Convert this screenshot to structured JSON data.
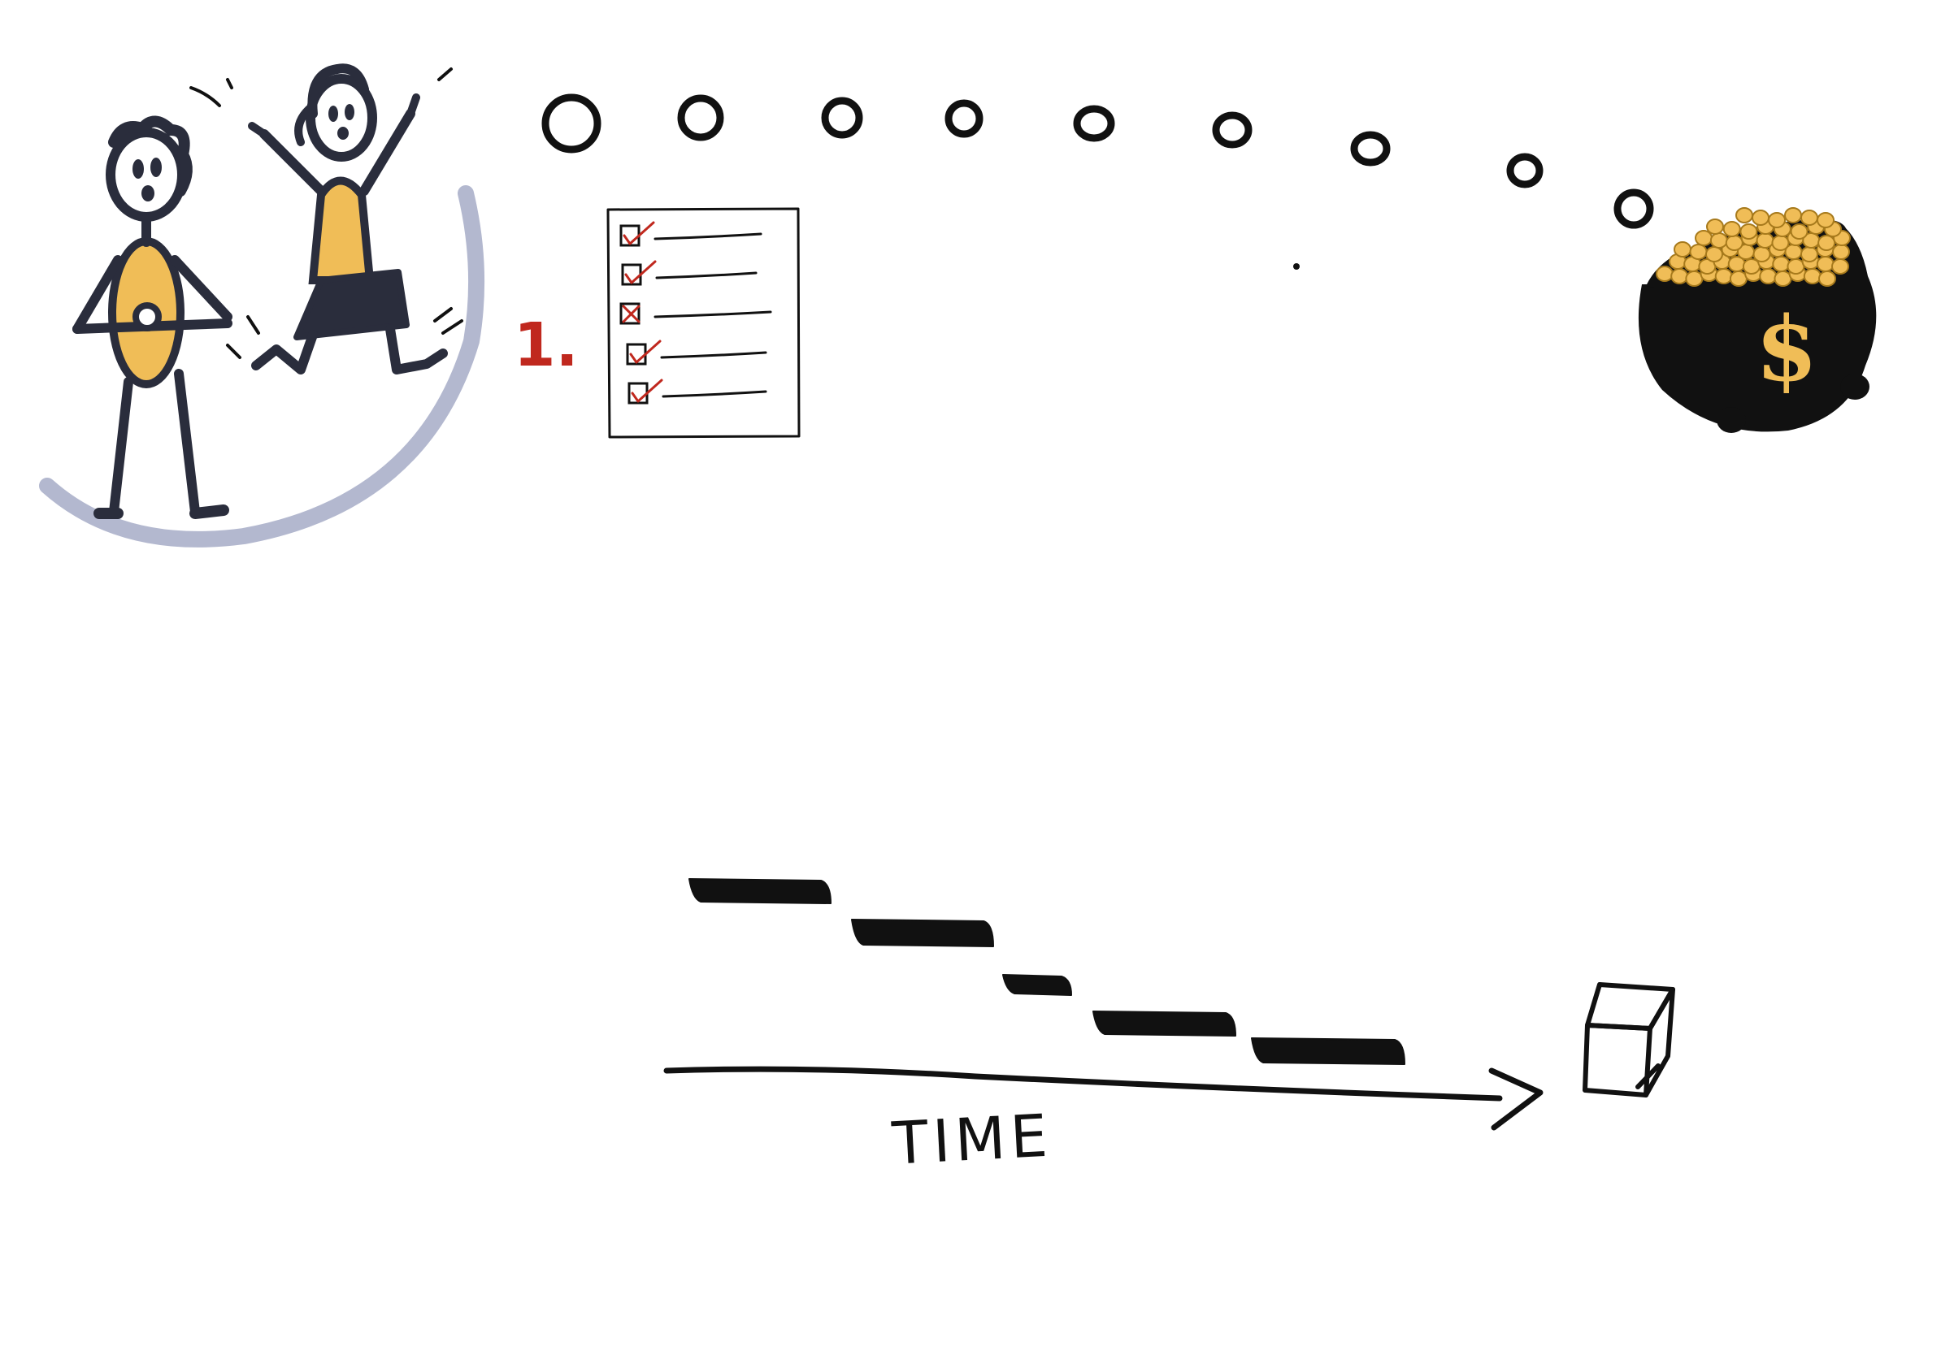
{
  "diagram": {
    "step_number": "1.",
    "time_label": "TIME",
    "currency_symbol": "$",
    "checklist": {
      "items": [
        {
          "mark": "check"
        },
        {
          "mark": "check"
        },
        {
          "mark": "cross"
        },
        {
          "mark": "check"
        },
        {
          "mark": "check"
        }
      ]
    },
    "thought_bubbles_count": 9,
    "timeline_bars_count": 5,
    "colors": {
      "ink": "#111111",
      "accent_gold": "#f0bd57",
      "step_red": "#c0281e",
      "arc_lavender": "#b3b8cf",
      "figure_navy": "#2a2d3c"
    }
  }
}
